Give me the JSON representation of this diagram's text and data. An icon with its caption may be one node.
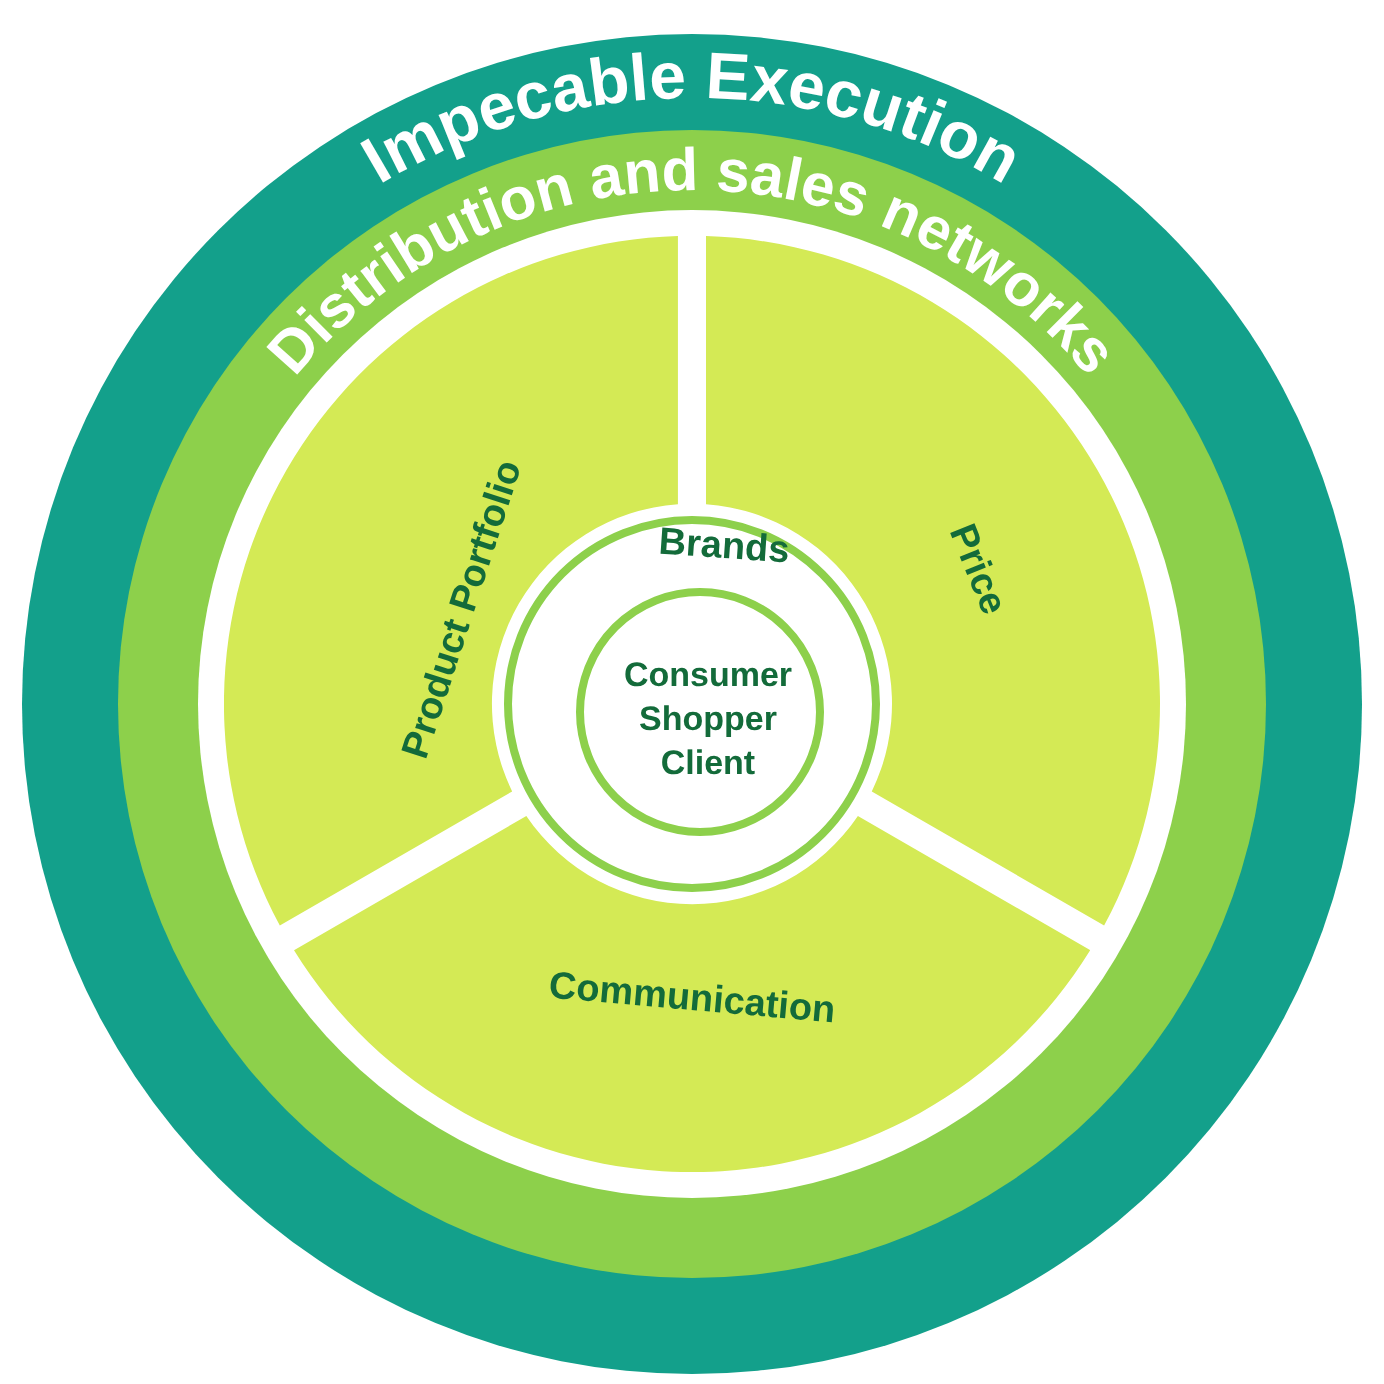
{
  "diagram": {
    "nodes": [
      {
        "text": [
          "Impecable Execution"
        ]
      },
      {
        "text": [
          "Distribution and sales networks"
        ],
        "in": 0
      },
      {
        "text": [
          "Product Portfolio"
        ],
        "in": 1
      },
      {
        "text": [
          "Price"
        ],
        "in": 1
      },
      {
        "text": [
          "Communication"
        ],
        "in": 1
      },
      {
        "text": [
          "Brands"
        ],
        "in": 1
      },
      {
        "text": [
          "Consumer Shopper Client"
        ],
        "in": 5
      }
    ]
  }
}
